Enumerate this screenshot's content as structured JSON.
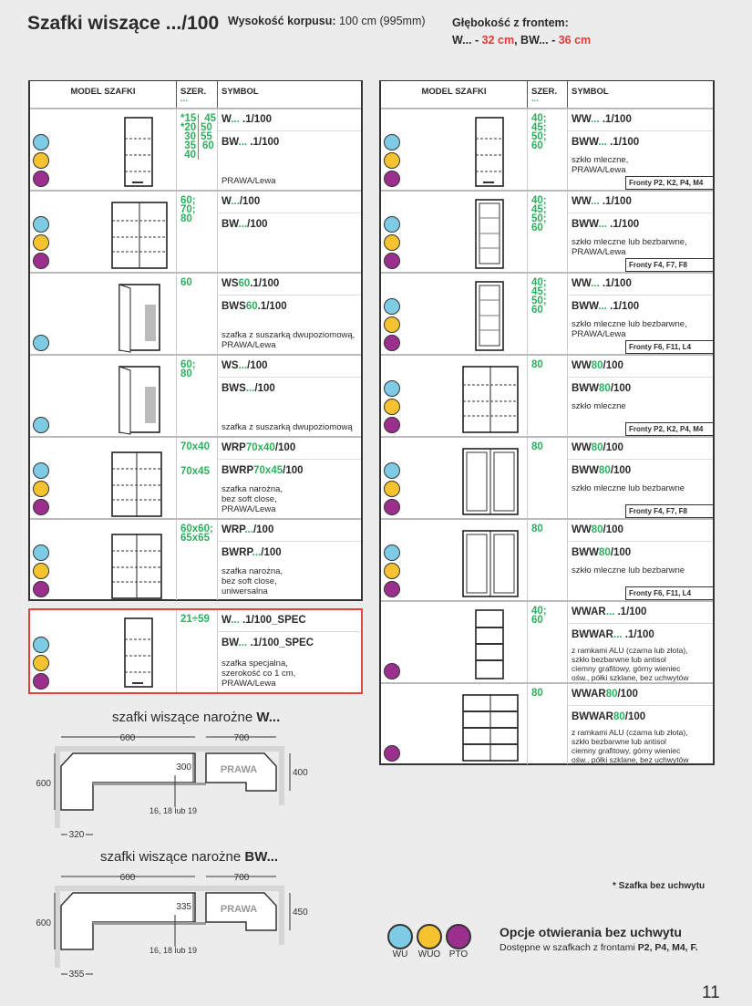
{
  "header": {
    "title": "Szafki wiszące .../100",
    "height_label": "Wysokość korpusu:",
    "height_value": "100 cm (995mm)",
    "depth_label": "Głębokość z frontem:",
    "depth_w": "W... - ",
    "depth_w_val": "32 cm",
    "depth_sep": ", BW... - ",
    "depth_bw_val": "36 cm"
  },
  "columns": {
    "model": "MODEL SZAFKI",
    "width": "SZER.",
    "width_dots": "...",
    "symbol": "SYMBOL"
  },
  "left_rows": [
    {
      "icons": [
        "wu",
        "wuo",
        "pto"
      ],
      "draw": "single",
      "widths_split": [
        [
          "*15",
          "*20",
          "30",
          "35",
          "40"
        ],
        [
          "45",
          "50",
          "55",
          "60"
        ]
      ],
      "sym1": [
        [
          "W",
          ""
        ],
        [
          "...",
          "g"
        ],
        [
          " .1/100",
          ""
        ]
      ],
      "sym2": [
        [
          "BW",
          ""
        ],
        [
          "...",
          "g"
        ],
        [
          " .1/100",
          ""
        ]
      ],
      "note": "PRAWA/Lewa"
    },
    {
      "icons": [
        "wu",
        "wuo",
        "pto"
      ],
      "draw": "double",
      "widths": "60;\n70;\n80",
      "sym1": [
        [
          "W",
          ""
        ],
        [
          "...",
          "g"
        ],
        [
          "/100",
          ""
        ]
      ],
      "sym2": [
        [
          "BW",
          ""
        ],
        [
          "...",
          "g"
        ],
        [
          "/100",
          ""
        ]
      ],
      "note": ""
    },
    {
      "icons": [
        "wu"
      ],
      "draw": "open",
      "widths": "60",
      "sym1": [
        [
          "WS",
          ""
        ],
        [
          "60",
          "g"
        ],
        [
          ".1/100",
          ""
        ]
      ],
      "sym2": [
        [
          "BWS",
          ""
        ],
        [
          "60",
          "g"
        ],
        [
          ".1/100",
          ""
        ]
      ],
      "note": "szafka z suszarką dwupoziomową,\nPRAWA/Lewa"
    },
    {
      "icons": [
        "wu"
      ],
      "draw": "open2",
      "widths": "60;\n80",
      "sym1": [
        [
          "WS",
          ""
        ],
        [
          "...",
          "g"
        ],
        [
          "/100",
          ""
        ]
      ],
      "sym2": [
        [
          "BWS",
          ""
        ],
        [
          "...",
          "g"
        ],
        [
          "/100",
          ""
        ]
      ],
      "note": "szafka z suszarką dwupoziomową"
    },
    {
      "icons": [
        "wu",
        "wuo",
        "pto"
      ],
      "draw": "corner",
      "widths": "70x40",
      "widths2": "70x45",
      "sym1": [
        [
          "WRP",
          ""
        ],
        [
          "70x40",
          "g"
        ],
        [
          "/100",
          ""
        ]
      ],
      "sym2": [
        [
          "BWRP",
          ""
        ],
        [
          "70x45",
          "g"
        ],
        [
          "/100",
          ""
        ]
      ],
      "note": "szafka narożna,\nbez soft close,\nPRAWA/Lewa"
    },
    {
      "icons": [
        "wu",
        "wuo",
        "pto"
      ],
      "draw": "corner2",
      "widths": "60x60;\n65x65",
      "sym1": [
        [
          "WRP",
          ""
        ],
        [
          "...",
          "g"
        ],
        [
          "/100",
          ""
        ]
      ],
      "sym2": [
        [
          "BWRP",
          ""
        ],
        [
          "...",
          "g"
        ],
        [
          "/100",
          ""
        ]
      ],
      "note": "szafka narożna,\nbez soft close,\nuniwersalna"
    }
  ],
  "spec_row": {
    "icons": [
      "wu",
      "wuo",
      "pto"
    ],
    "draw": "single",
    "widths": "21÷59",
    "sym1": [
      [
        "W",
        ""
      ],
      [
        "...",
        "g"
      ],
      [
        " .1/100_SPEC",
        ""
      ]
    ],
    "sym2": [
      [
        "BW",
        ""
      ],
      [
        "...",
        "g"
      ],
      [
        " .1/100_SPEC",
        ""
      ]
    ],
    "note": "szafka specjalna,\nszerokość co 1 cm,\nPRAWA/Lewa"
  },
  "right_rows": [
    {
      "icons": [
        "wu",
        "wuo",
        "pto"
      ],
      "draw": "single",
      "widths": "40;\n45;\n50;\n60",
      "sym1": [
        [
          "WW",
          ""
        ],
        [
          "...",
          "g"
        ],
        [
          " .1/100",
          ""
        ]
      ],
      "sym2": [
        [
          "BWW",
          ""
        ],
        [
          "...",
          "g"
        ],
        [
          " .1/100",
          ""
        ]
      ],
      "note": "szkło mleczne,\nPRAWA/Lewa",
      "front": "Fronty P2, K2, P4, M4"
    },
    {
      "icons": [
        "wu",
        "wuo",
        "pto"
      ],
      "draw": "glass",
      "widths": "40;\n45;\n50;\n60",
      "sym1": [
        [
          "WW",
          ""
        ],
        [
          "...",
          "g"
        ],
        [
          " .1/100",
          ""
        ]
      ],
      "sym2": [
        [
          "BWW",
          ""
        ],
        [
          "...",
          "g"
        ],
        [
          " .1/100",
          ""
        ]
      ],
      "note": "szkło mleczne lub bezbarwne,\nPRAWA/Lewa",
      "front": "Fronty F4, F7, F8"
    },
    {
      "icons": [
        "wu",
        "wuo",
        "pto"
      ],
      "draw": "glass",
      "widths": "40;\n45;\n50;\n60",
      "sym1": [
        [
          "WW",
          ""
        ],
        [
          "...",
          "g"
        ],
        [
          " .1/100",
          ""
        ]
      ],
      "sym2": [
        [
          "BWW",
          ""
        ],
        [
          "...",
          "g"
        ],
        [
          " .1/100",
          ""
        ]
      ],
      "note": "szkło mleczne lub bezbarwne,\nPRAWA/Lewa",
      "front": "Fronty F6, F11, L4"
    },
    {
      "icons": [
        "wu",
        "wuo",
        "pto"
      ],
      "draw": "double",
      "widths": "80",
      "sym1": [
        [
          "WW",
          ""
        ],
        [
          "80",
          "g"
        ],
        [
          "/100",
          ""
        ]
      ],
      "sym2": [
        [
          "BWW",
          ""
        ],
        [
          "80",
          "g"
        ],
        [
          "/100",
          ""
        ]
      ],
      "note": "szkło mleczne",
      "front": "Fronty P2, K2, P4, M4"
    },
    {
      "icons": [
        "wu",
        "wuo",
        "pto"
      ],
      "draw": "glass2",
      "widths": "80",
      "sym1": [
        [
          "WW",
          ""
        ],
        [
          "80",
          "g"
        ],
        [
          "/100",
          ""
        ]
      ],
      "sym2": [
        [
          "BWW",
          ""
        ],
        [
          "80",
          "g"
        ],
        [
          "/100",
          ""
        ]
      ],
      "note": "szkło mleczne lub bezbarwne",
      "front": "Fronty F4, F7, F8"
    },
    {
      "icons": [
        "wu",
        "wuo",
        "pto"
      ],
      "draw": "glass2",
      "widths": "80",
      "sym1": [
        [
          "WW",
          ""
        ],
        [
          "80",
          "g"
        ],
        [
          "/100",
          ""
        ]
      ],
      "sym2": [
        [
          "BWW",
          ""
        ],
        [
          "80",
          "g"
        ],
        [
          "/100",
          ""
        ]
      ],
      "note": "szkło mleczne lub bezbarwne",
      "front": "Fronty F6, F11, L4"
    },
    {
      "icons": [
        "pto"
      ],
      "draw": "shelf",
      "widths": "40;\n60",
      "sym1": [
        [
          "WWAR",
          ""
        ],
        [
          "...",
          "g"
        ],
        [
          " .1/100",
          ""
        ]
      ],
      "sym2": [
        [
          "BWWAR",
          ""
        ],
        [
          "...",
          "g"
        ],
        [
          " .1/100",
          ""
        ]
      ],
      "note_small": "z ramkami ALU (czarna lub złota),\nszkło bezbarwne lub antisol\nciemny grafitowy, górny wieniec\nośw., półki szklane, bez uchwytów"
    },
    {
      "icons": [
        "pto"
      ],
      "draw": "shelf2",
      "widths": "80",
      "sym1": [
        [
          "WWAR",
          ""
        ],
        [
          "80",
          "g"
        ],
        [
          "/100",
          ""
        ]
      ],
      "sym2": [
        [
          "BWWAR",
          ""
        ],
        [
          "80",
          "g"
        ],
        [
          "/100",
          ""
        ]
      ],
      "note_small": "z ramkami ALU (czarna lub złota),\nszkło bezbarwne lub antisol\nciemny grafitowy, górny wieniec\nośw., półki szklane, bez uchwytów"
    }
  ],
  "diagrams": [
    {
      "title": "szafki wiszące narożne ",
      "title_bold": "W...",
      "d600a": "600",
      "d700": "700",
      "d600b": "600",
      "d300": "300",
      "d400": "400",
      "dthick": "16, 18 lub 19",
      "d320": "320",
      "prawa": "PRAWA"
    },
    {
      "title": "szafki wiszące narożne ",
      "title_bold": "BW...",
      "d600a": "600",
      "d700": "700",
      "d600b": "600",
      "d300": "335",
      "d400": "450",
      "dthick": "16, 18 lub 19",
      "d320": "355",
      "prawa": "PRAWA"
    }
  ],
  "legend": {
    "items": [
      "WU",
      "WUO",
      "PTO"
    ],
    "title": "Opcje otwierania bez uchwytu",
    "sub": "Dostępne w szafkach z frontami ",
    "sub_bold": "P2, P4, M4, F."
  },
  "footnote": "* Szafka bez uchwytu",
  "page_number": "11",
  "colors": {
    "green": "#2fae5e",
    "red": "#e53935",
    "wu": "#7ecbe6",
    "wuo": "#f5c330",
    "pto": "#9b2f8e",
    "highlight": "#e0443a"
  }
}
